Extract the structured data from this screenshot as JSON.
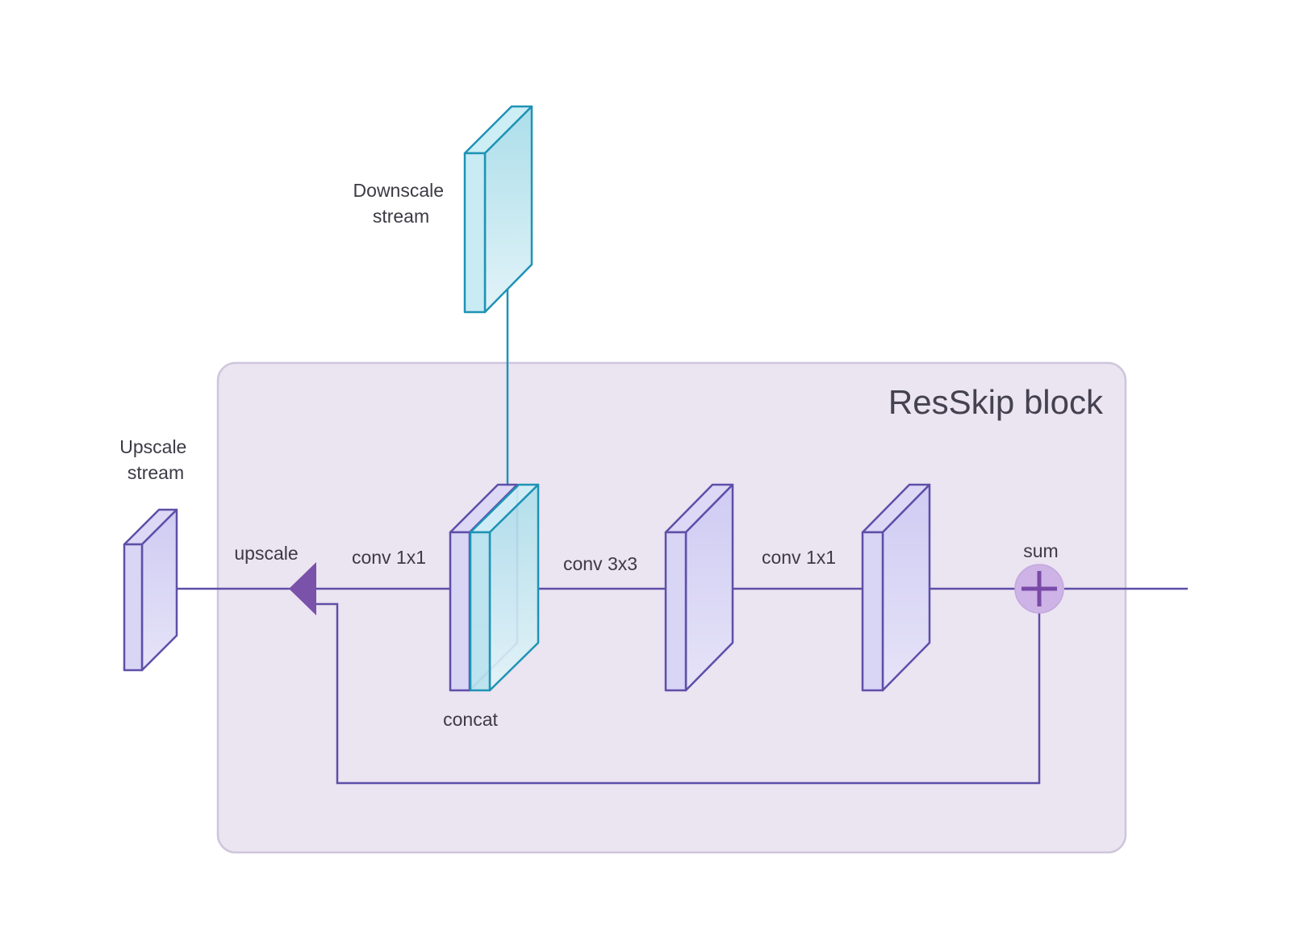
{
  "block": {
    "title": "ResSkip block"
  },
  "labels": {
    "downscale": [
      "Downscale",
      "stream"
    ],
    "upscale_stream": [
      "Upscale",
      "stream"
    ],
    "upscale_op": "upscale",
    "conv_1x1_left": "conv 1x1",
    "concat": "concat",
    "conv_3x3": "conv 3x3",
    "conv_1x1_right": "conv 1x1",
    "sum": "sum"
  },
  "colors": {
    "purple_stroke": "#5e4fa8",
    "purple_fill": "#d6d2f4",
    "teal_stroke": "#1f93b5",
    "teal_fill": "#b8e3ee",
    "block_bg": "#ebe4f1",
    "block_border": "#cfc6dc",
    "sum_fill": "#cdb3e6",
    "sum_sign": "#7a4aa8",
    "arrow": "#7a52aa"
  }
}
